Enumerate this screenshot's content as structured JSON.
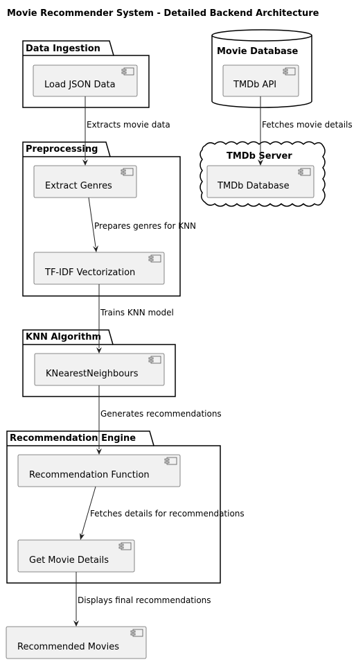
{
  "title": "Movie Recommender System - Detailed Backend Architecture",
  "containers": {
    "data_ingestion": "Data Ingestion",
    "movie_database": "Movie Database",
    "tmdb_server": "TMDb Server",
    "preprocessing": "Preprocessing",
    "knn_algorithm": "KNN Algorithm",
    "recommendation_engine": "Recommendation Engine"
  },
  "components": {
    "load_json": "Load JSON Data",
    "tmdb_api": "TMDb API",
    "tmdb_database": "TMDb Database",
    "extract_genres": "Extract Genres",
    "tfidf": "TF-IDF Vectorization",
    "knn": "KNearestNeighbours",
    "rec_function": "Recommendation Function",
    "get_details": "Get Movie Details",
    "recommended_movies": "Recommended Movies"
  },
  "edges": {
    "extracts": "Extracts movie data",
    "fetches_movie": "Fetches movie details",
    "prepares": "Prepares genres for KNN",
    "trains": "Trains KNN model",
    "generates": "Generates recommendations",
    "fetches_recs": "Fetches details for recommendations",
    "displays": "Displays final recommendations"
  }
}
